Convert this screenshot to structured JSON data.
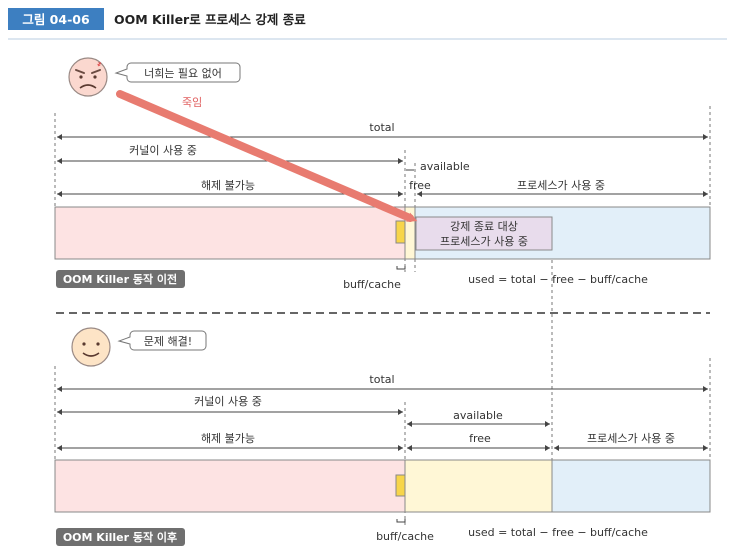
{
  "figure": {
    "number": "그림 04-06",
    "title": "OOM Killer로 프로세스 강제 종료"
  },
  "before": {
    "speech": "너희는 필요 없어",
    "kill_label": "죽임",
    "total": "total",
    "kernel_use": "커널이 사용 중",
    "available": "available",
    "unfreeable": "해제 불가능",
    "free": "free",
    "process_use": "프로세스가 사용 중",
    "target_line1": "강제 종료 대상",
    "target_line2": "프로세스가 사용 중",
    "badge": "OOM Killer 동작 이전",
    "buff_cache": "buff/cache",
    "formula": "used = total − free − buff/cache"
  },
  "after": {
    "speech": "문제 해결!",
    "total": "total",
    "kernel_use": "커널이 사용 중",
    "available": "available",
    "unfreeable": "해제 불가능",
    "free": "free",
    "process_use": "프로세스가 사용 중",
    "badge": "OOM Killer 동작 이후",
    "buff_cache": "buff/cache",
    "formula": "used = total − free − buff/cache"
  },
  "colors": {
    "header_blue": "#3d7fc1",
    "kernel_pink": "#fde3e3",
    "free_yellow": "#fff7d6",
    "process_blue": "#e2eff9",
    "target_purple": "#e8dcec",
    "buff_yellow": "#f7d54a",
    "arrow_red": "#e87b70",
    "face": "#fbd8cf",
    "badge_gray": "#6f6f6f"
  },
  "icons": [
    "angry-face-icon",
    "happy-face-icon"
  ]
}
